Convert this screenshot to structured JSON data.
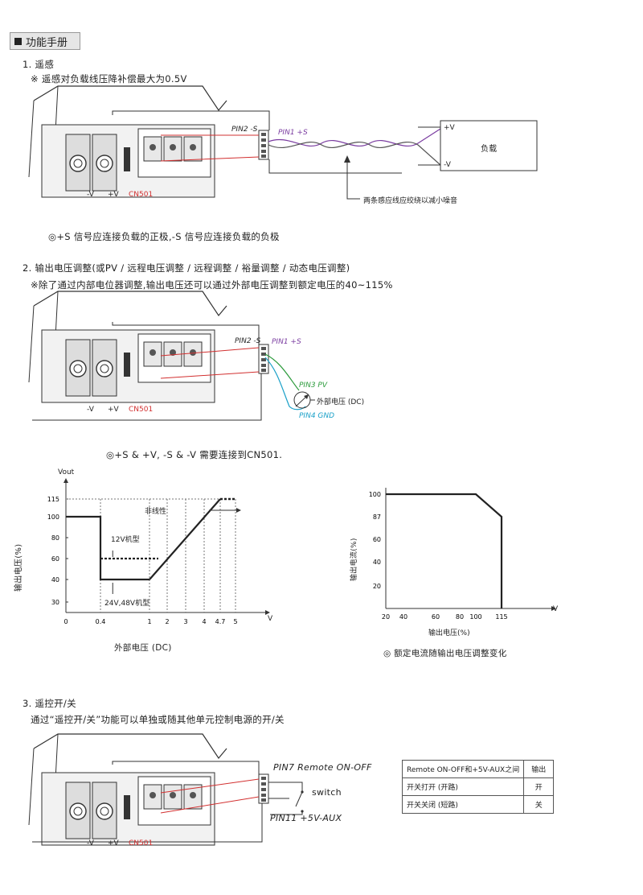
{
  "header": {
    "title": "功能手册"
  },
  "s1": {
    "heading": "1. 遥感",
    "note": "※ 遥感对负载线压降补偿最大为0.5V",
    "pin2": "PIN2 -S",
    "pin1": "PIN1 +S",
    "vplus": "+V",
    "vminus": "-V",
    "load": "负载",
    "twist_note": "两条感应线应绞绕以减小噪音",
    "term_vminus": "-V",
    "term_vplus": "+V",
    "cn501": "CN501",
    "footnote": "◎+S 信号应连接负载的正极,-S 信号应连接负载的负极"
  },
  "s2": {
    "heading": "2. 输出电压调整(或PV / 远程电压调整 / 远程调整 / 裕量调整 / 动态电压调整)",
    "note": "※除了通过内部电位器调整,输出电压还可以通过外部电压调整到额定电压的40~115%",
    "pin2": "PIN2 -S",
    "pin1": "PIN1 +S",
    "pin3": "PIN3 PV",
    "pin4": "PIN4 GND",
    "ext_v": "外部电压 (DC)",
    "term_vminus": "-V",
    "term_vplus": "+V",
    "cn501": "CN501",
    "footnote": "◎+S & +V, -S & -V 需要连接到CN501."
  },
  "chart_data": [
    {
      "type": "line",
      "ytitle": "Vout",
      "ylabel": "输出电压(%)",
      "xlabel": "外部电压 (DC)",
      "x_unit": "V",
      "x_ticks": [
        "0",
        "0.4",
        "1",
        "2",
        "3",
        "4",
        "4.7",
        "5"
      ],
      "y_ticks": [
        "115",
        "100",
        "80",
        "60",
        "40",
        "30"
      ],
      "annotations": {
        "nonlinear": "非线性",
        "model12": "12V机型",
        "model24": "24V,48V机型"
      },
      "series": [
        {
          "name": "12V机型",
          "points": [
            [
              0,
              100
            ],
            [
              0.4,
              100
            ],
            [
              0.4,
              60
            ],
            [
              1.5,
              60
            ],
            [
              4.7,
              115
            ],
            [
              5,
              115
            ]
          ]
        },
        {
          "name": "24V,48V机型",
          "points": [
            [
              0,
              100
            ],
            [
              0.4,
              100
            ],
            [
              0.4,
              40
            ],
            [
              1,
              40
            ],
            [
              4.7,
              115
            ],
            [
              5,
              115
            ]
          ]
        }
      ]
    },
    {
      "type": "line",
      "ylabel": "输出电流(%)",
      "xlabel": "输出电压(%)",
      "x_unit": "V",
      "x_ticks": [
        "20",
        "40",
        "60",
        "80",
        "100",
        "115"
      ],
      "y_ticks": [
        "100",
        "87",
        "60",
        "40",
        "20"
      ],
      "caption": "◎ 额定电流随输出电压调整变化",
      "series": [
        {
          "points": [
            [
              20,
              100
            ],
            [
              100,
              100
            ],
            [
              115,
              87
            ],
            [
              115,
              0
            ]
          ]
        }
      ]
    }
  ],
  "s3": {
    "heading": "3. 遥控开/关",
    "note": "通过“遥控开/关”功能可以单独或随其他单元控制电源的开/关",
    "pin7": "PIN7 Remote  ON-OFF",
    "switch": "switch",
    "pin11": "PIN11 +5V-AUX",
    "term_vminus": "-V",
    "term_vplus": "+V",
    "cn501": "CN501",
    "table": {
      "header": [
        "Remote ON-OFF和+5V-AUX之间",
        "输出"
      ],
      "rows": [
        [
          "开关打开 (开路)",
          "开"
        ],
        [
          "开关关闭 (短路)",
          "关"
        ]
      ]
    }
  },
  "colors": {
    "red": "#d23030",
    "purple": "#7a3ca0",
    "green": "#2a9a3a",
    "cyan": "#1aa0c8"
  }
}
